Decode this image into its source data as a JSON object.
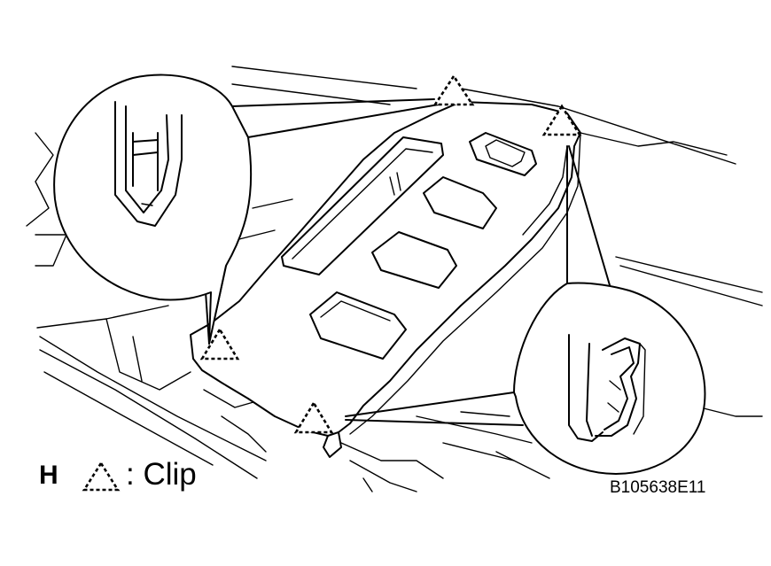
{
  "legend": {
    "key_letter": "H",
    "symbol_icon": "dashed-triangle-icon",
    "label": ": Clip"
  },
  "figure_code": "B105638E11",
  "callouts": {
    "left_detail": "clip-claw-front-view",
    "right_detail": "clip-claw-side-view"
  }
}
